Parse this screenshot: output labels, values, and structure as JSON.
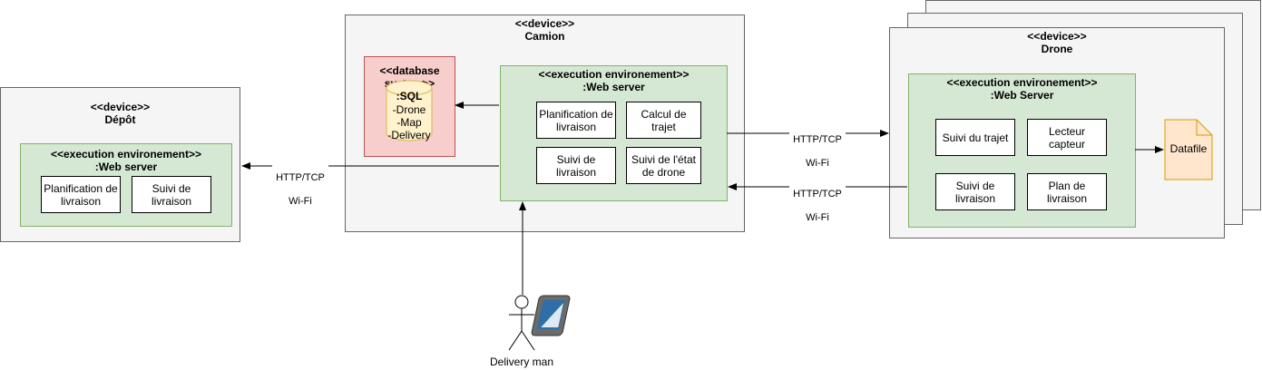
{
  "camion": {
    "stereotype": "<<device>>",
    "name": "Camion",
    "env_stereotype": "<<execution environement>>",
    "env_name": ":Web server",
    "components": [
      "Planification de livraison",
      "Calcul de trajet",
      "Suivi de livraison",
      "Suivi de l'état de drone"
    ],
    "db_stereotype": "<<database system>>",
    "db_name": ":SQL",
    "db_items": [
      "-Drone",
      "-Map",
      "-Delivery"
    ]
  },
  "depot": {
    "stereotype": "<<device>>",
    "name": "Dépôt",
    "env_stereotype": "<<execution environement>>",
    "env_name": ":Web server",
    "components": [
      "Planification de livraison",
      "Suivi de livraison"
    ]
  },
  "drone": {
    "stereotype": "<<device>>",
    "name": "Drone",
    "env_stereotype": "<<execution environement>>",
    "env_name": ":Web Server",
    "components": [
      "Suivi du trajet",
      "Lecteur capteur",
      "Suivi de livraison",
      "Plan de livraison"
    ],
    "datafile": "Datafile"
  },
  "connections": {
    "depot_link": [
      "HTTP/TCP",
      "Wi-Fi"
    ],
    "drone_out": [
      "HTTP/TCP",
      "Wi-Fi"
    ],
    "drone_in": [
      "HTTP/TCP",
      "Wi-Fi"
    ]
  },
  "actor": {
    "name": "Delivery man"
  },
  "colors": {
    "device_fill": "#f5f5f5",
    "env_fill": "#d5e8d4",
    "env_border": "#82b366",
    "db_fill": "#f8cecc",
    "cylinder_fill": "#fff2cc",
    "datafile_fill": "#ffe6cc"
  }
}
